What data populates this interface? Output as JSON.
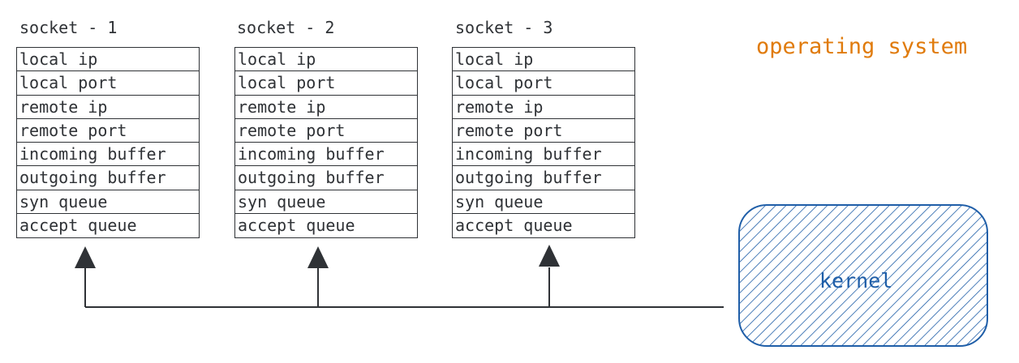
{
  "os_label": "operating system",
  "kernel_label": "kernel",
  "colors": {
    "line": "#2f3236",
    "os_label": "#e07b0c",
    "kernel": "#1f5ea8"
  },
  "sockets": [
    {
      "title": "socket - 1",
      "fields": [
        "local ip",
        "local port",
        "remote ip",
        "remote port",
        "incoming buffer",
        "outgoing buffer",
        "syn queue",
        "accept queue"
      ]
    },
    {
      "title": "socket - 2",
      "fields": [
        "local ip",
        "local port",
        "remote ip",
        "remote port",
        "incoming buffer",
        "outgoing buffer",
        "syn queue",
        "accept queue"
      ]
    },
    {
      "title": "socket - 3",
      "fields": [
        "local ip",
        "local port",
        "remote ip",
        "remote port",
        "incoming buffer",
        "outgoing buffer",
        "syn queue",
        "accept queue"
      ]
    }
  ]
}
